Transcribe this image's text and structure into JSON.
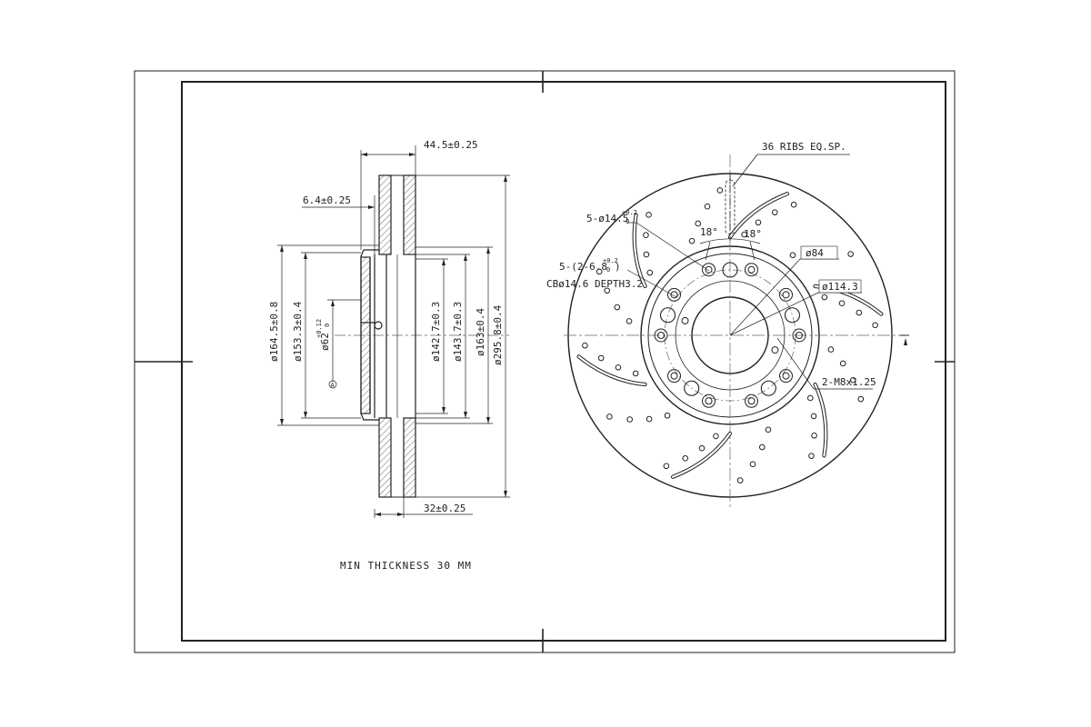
{
  "drawing": {
    "section_view": {
      "dim_total_thickness": "44.5±0.25",
      "dim_hat_wall": "6.4±0.25",
      "dim_hat_height": "32±0.25",
      "dia_164": "ø164.5±0.8",
      "dia_153": "ø153.3±0.4",
      "dia_62": "ø62",
      "dia_62_tol": "+0.12",
      "dia_62_tol_low": "0",
      "dia_142": "ø142.7±0.3",
      "dia_143": "ø143.7±0.3",
      "dia_163": "ø163±0.4",
      "dia_295": "ø295.8±0.4",
      "datum": "A"
    },
    "front_view": {
      "ribs": "36 RIBS EQ.SP.",
      "bolt_holes": "5-ø14.5",
      "bolt_holes_tol": "+0.2",
      "bolt_holes_tol_low": "0",
      "cb_holes": "5-(2-6.8",
      "cb_holes_tol": "+0.2",
      "cb_holes_tol_low": "0",
      "cb_holes_close": ")",
      "counterbore": "CBø14.6 DEPTH3.2",
      "angle_left": "18°",
      "angle_right": "18°",
      "dia_84": "ø84",
      "dia_114": "ø114.3",
      "thread": "2-M8x1.25"
    },
    "min_thickness": "MIN THICKNESS 30 MM"
  }
}
